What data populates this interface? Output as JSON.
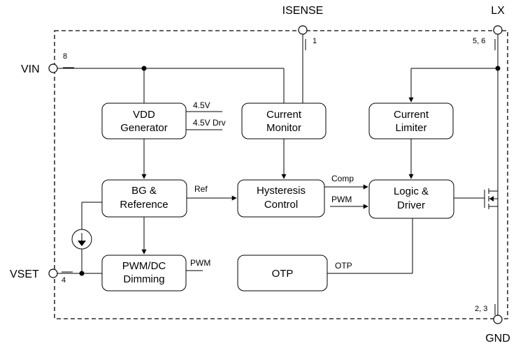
{
  "pins": {
    "isense": {
      "name": "ISENSE",
      "number": "1"
    },
    "lx": {
      "name": "LX",
      "number": "5, 6"
    },
    "vin": {
      "name": "VIN",
      "number": "8"
    },
    "vset": {
      "name": "VSET",
      "number": "4"
    },
    "gnd": {
      "name": "GND",
      "number": "2, 3"
    }
  },
  "blocks": {
    "vdd": [
      "VDD",
      "Generator"
    ],
    "current_monitor": [
      "Current",
      "Monitor"
    ],
    "current_limiter": [
      "Current",
      "Limiter"
    ],
    "bg": [
      "BG &",
      "Reference"
    ],
    "hysteresis": [
      "Hysteresis",
      "Control"
    ],
    "logic": [
      "Logic &",
      "Driver"
    ],
    "pwm_dc": [
      "PWM/DC",
      "Dimming"
    ],
    "otp": [
      "OTP"
    ]
  },
  "signals": {
    "v45": "4.5V",
    "v45_drv": "4.5V Drv",
    "ref": "Ref",
    "comp": "Comp",
    "pwm_in": "PWM",
    "pwm_out": "PWM",
    "otp_out": "OTP"
  }
}
